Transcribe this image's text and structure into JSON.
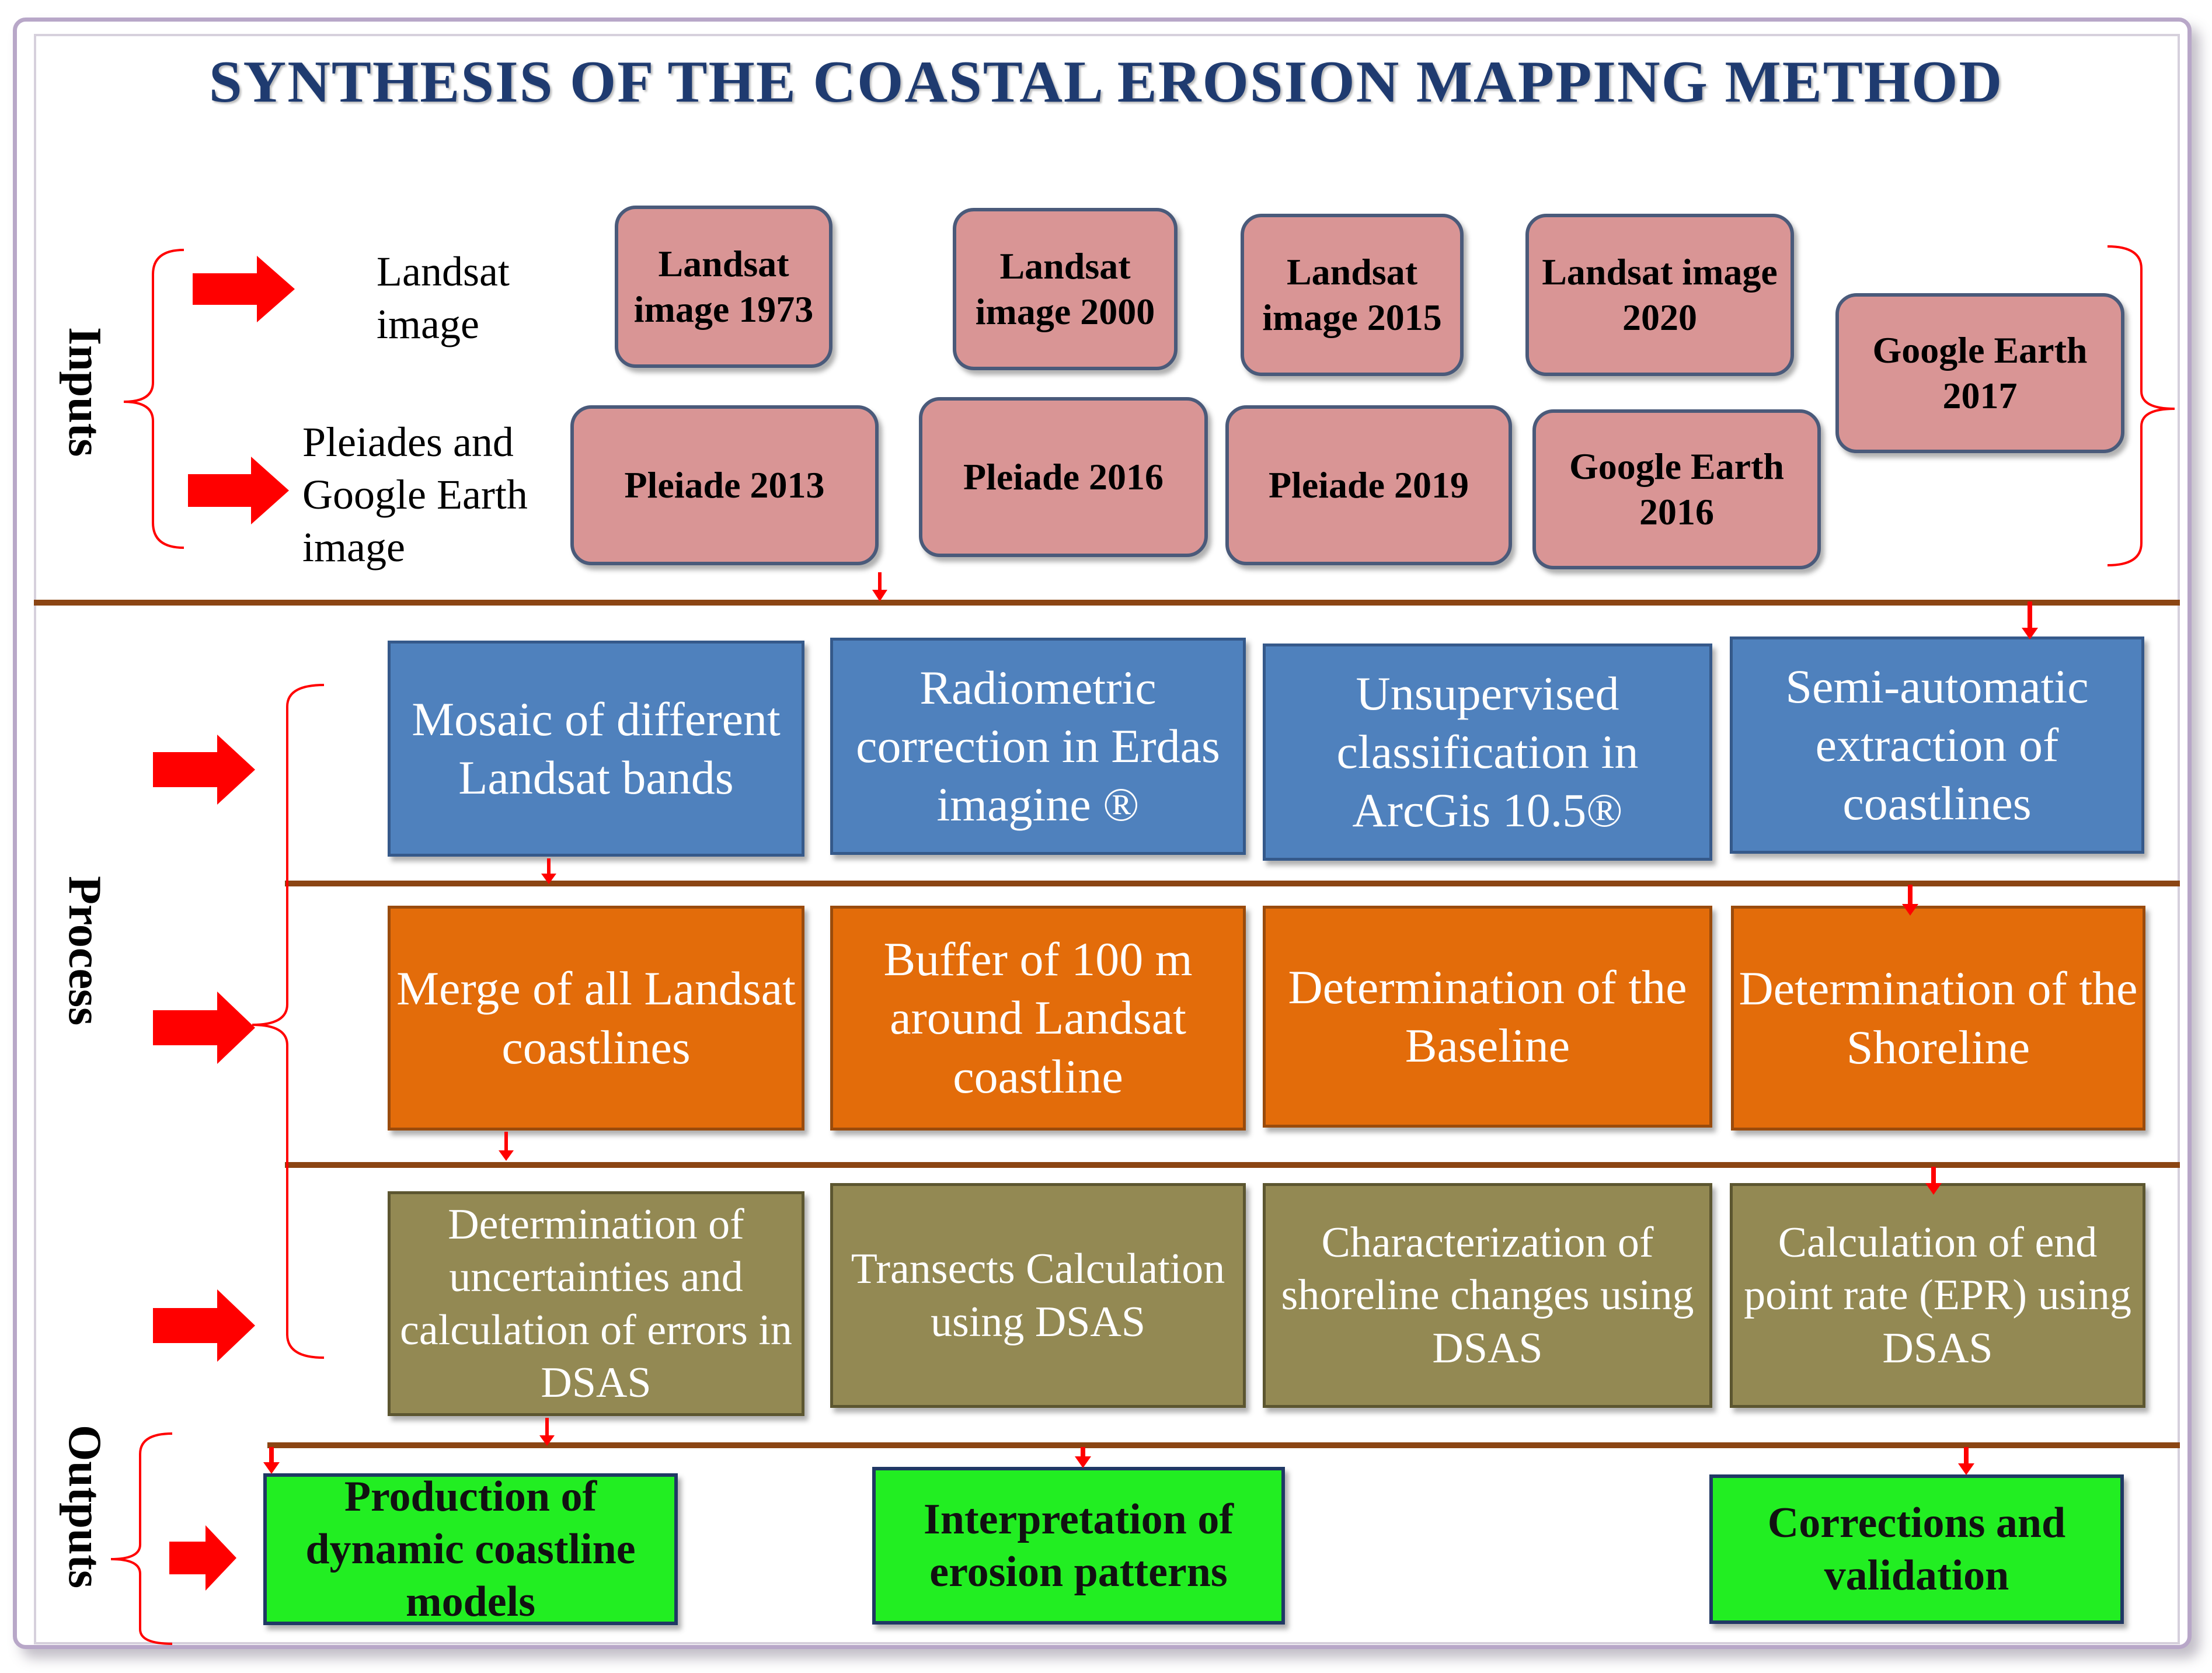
{
  "title": "SYNTHESIS  OF THE COASTAL  EROSION MAPPING METHOD",
  "sections": {
    "inputs": "Inputs",
    "process": "Process",
    "outputs": "Outputs"
  },
  "inputs": {
    "row1_label": [
      "Landsat",
      "image"
    ],
    "row2_label": [
      "Pleiades and",
      "Google Earth",
      "image"
    ],
    "landsat_boxes": [
      "Landsat image 1973",
      "Landsat image 2000",
      "Landsat image 2015",
      "Landsat image 2020"
    ],
    "pleiade_boxes": [
      "Pleiade 2013",
      "Pleiade 2016",
      "Pleiade 2019",
      "Google Earth 2016"
    ],
    "extra_box": "Google Earth 2017"
  },
  "process": {
    "row1": [
      "Mosaic of different Landsat bands",
      "Radiometric correction in Erdas imagine ®",
      "Unsupervised classification in ArcGis 10.5®",
      "Semi-automatic extraction of coastlines"
    ],
    "row2": [
      "Merge of all Landsat coastlines",
      "Buffer of 100 m around Landsat coastline",
      "Determination of the Baseline",
      "Determination of the Shoreline"
    ],
    "row3": [
      "Determination  of uncertainties  and calculation  of errors in DSAS",
      "Transects Calculation  using DSAS",
      "Characterization  of shoreline  changes using DSAS",
      "Calculation  of end point rate (EPR) using DSAS"
    ]
  },
  "outputs": [
    "Production of dynamic coastline models",
    "Interpretation of erosion patterns",
    "Corrections and validation"
  ],
  "colors": {
    "title": "#1f3b70",
    "input_box": "#d99595",
    "process_row1": "#4f81bd",
    "process_row2": "#e36c0a",
    "process_row3": "#938953",
    "output_box": "#22ee22",
    "arrow": "#ff0000",
    "divider": "#8b4513"
  },
  "icons": {
    "arrow": "red-right-arrow-icon",
    "connector": "red-down-arrow-icon",
    "bracket": "red-curly-bracket-icon"
  }
}
